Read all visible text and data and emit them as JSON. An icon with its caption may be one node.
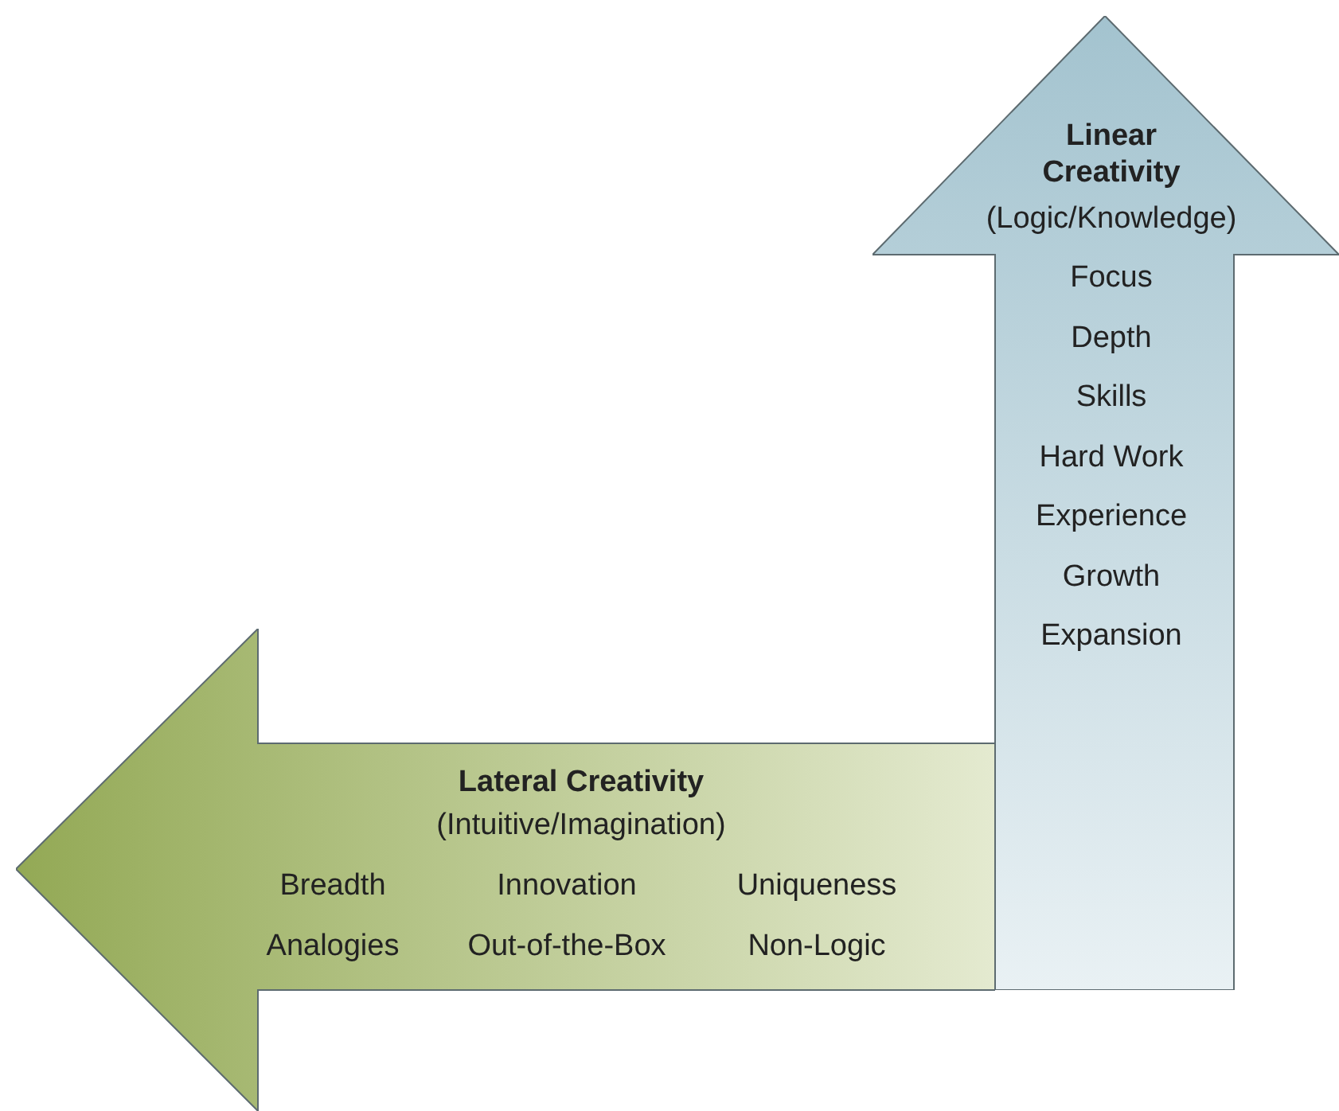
{
  "diagram": {
    "nodes": [
      {
        "text": [
          "Linear Creativity",
          "(Logic/Knowledge)",
          "Focus",
          "Depth",
          "Skills",
          "Hard Work",
          "Experience",
          "Growth",
          "Expansion"
        ]
      },
      {
        "text": [
          "Lateral Creativity",
          "(Intuitive/Imagination)",
          "Breadth",
          "Innovation",
          "Uniqueness",
          "Analogies",
          "Out-of-the-Box",
          "Non-Logic"
        ]
      }
    ],
    "edges": []
  }
}
